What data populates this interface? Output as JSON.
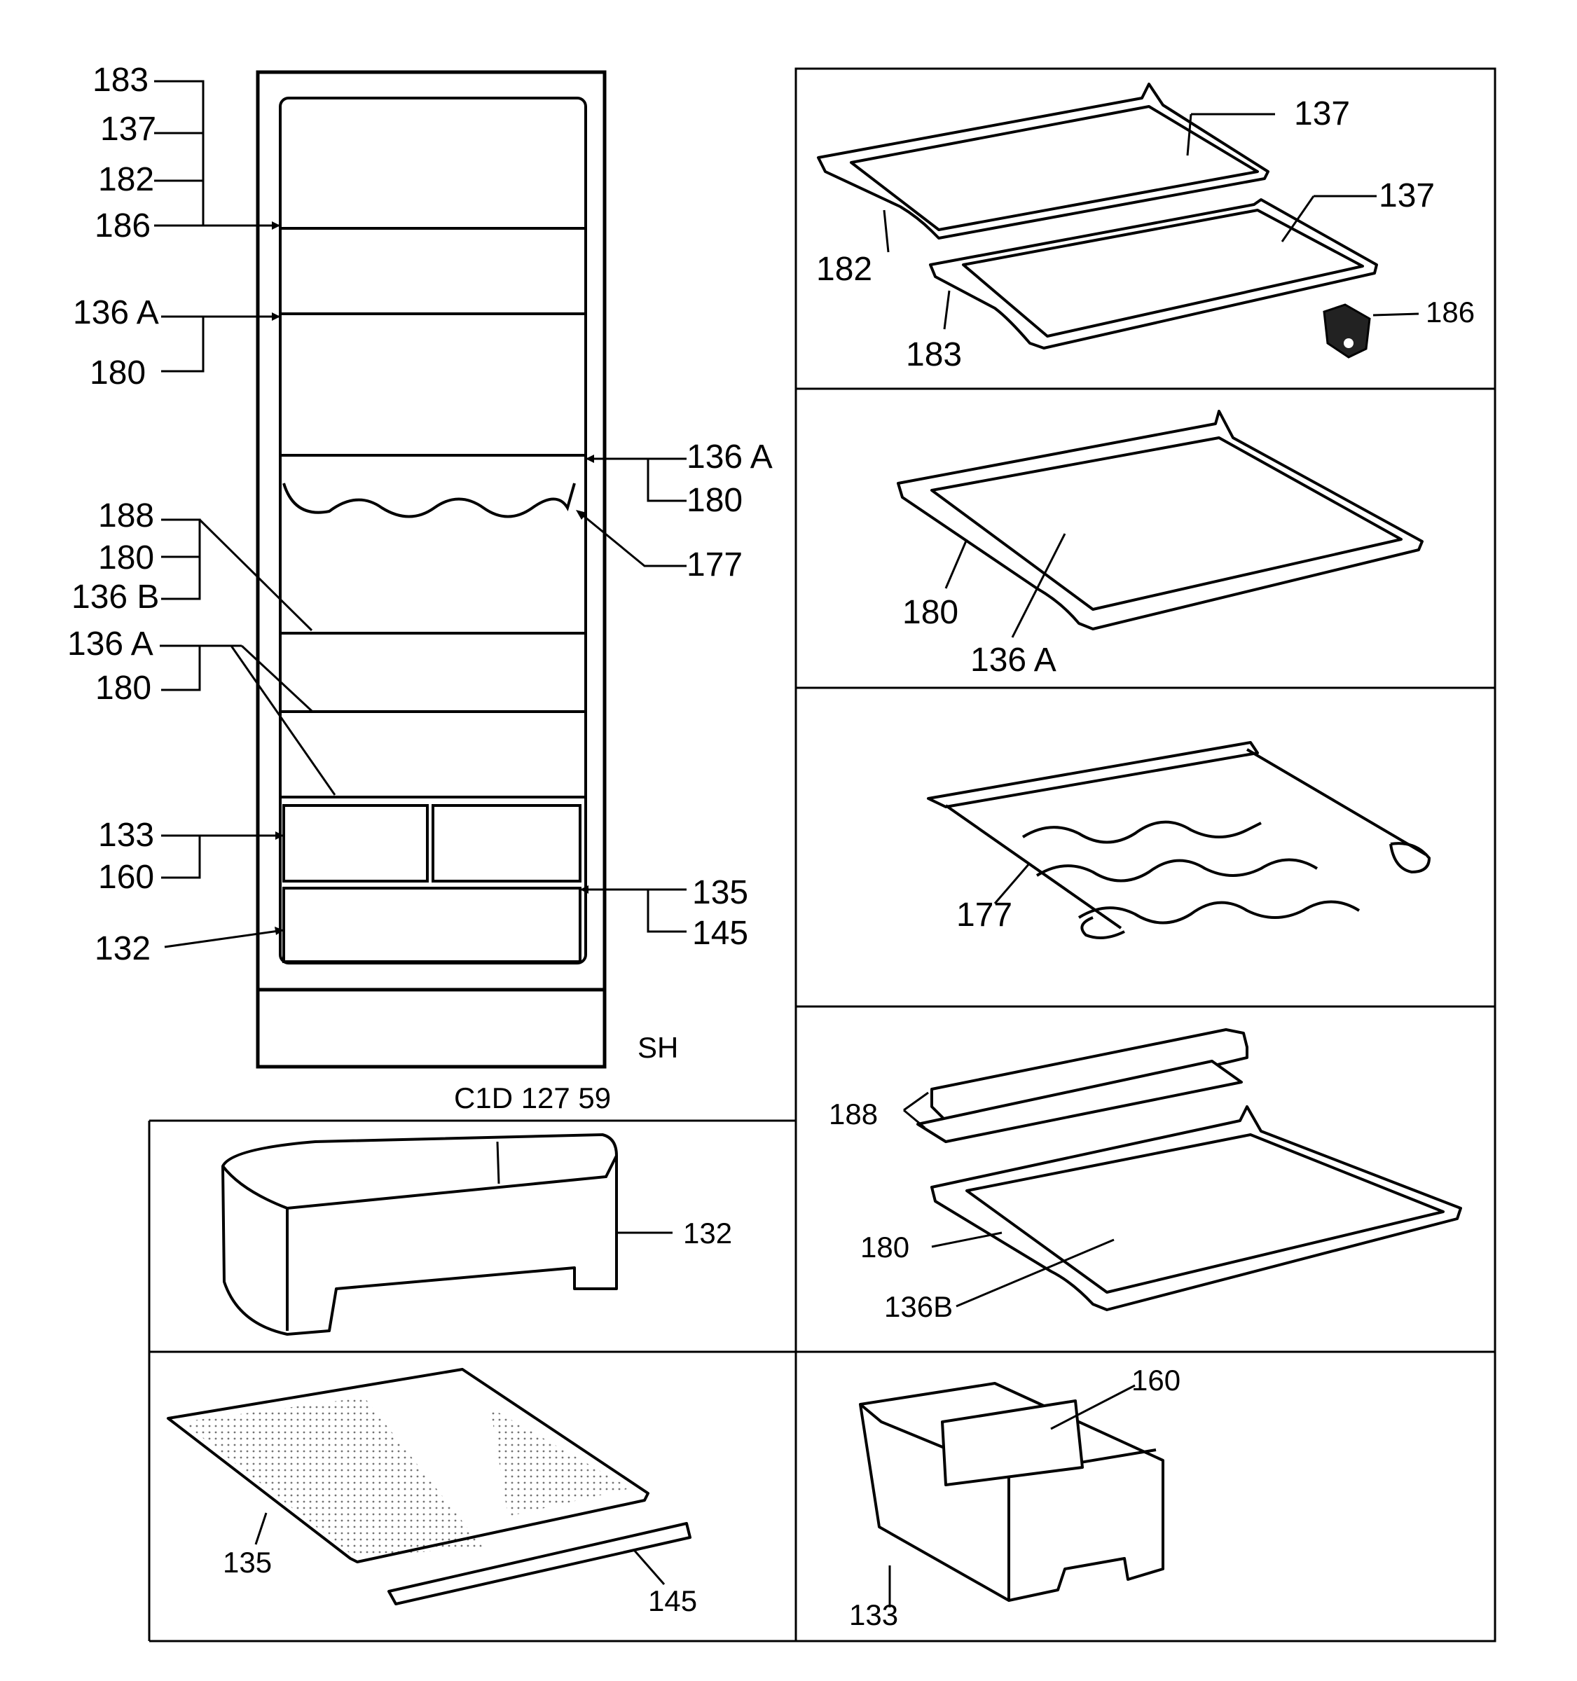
{
  "drawing_code": "C1D 127 59",
  "variant_code": "SH",
  "cabinet_labels": {
    "l183": "183",
    "l137": "137",
    "l182": "182",
    "l186": "186",
    "l136a_1": "136 A",
    "l180_1": "180",
    "l136a_2": "136 A",
    "l180_2": "180",
    "l177": "177",
    "l188": "188",
    "l180_3": "180",
    "l136b": "136 B",
    "l136a_3": "136 A",
    "l180_4": "180",
    "l133": "133",
    "l160": "160",
    "l135": "135",
    "l145": "145",
    "l132": "132"
  },
  "panel_labels": {
    "p1_137a": "137",
    "p1_137b": "137",
    "p1_182": "182",
    "p1_183": "183",
    "p1_186": "186",
    "p2_180": "180",
    "p2_136a": "136 A",
    "p3_177": "177",
    "p4_188": "188",
    "p4_180": "180",
    "p4_136b": "136B",
    "p5_132": "132",
    "p6_135": "135",
    "p6_145": "145",
    "p7_160": "160",
    "p7_133": "133"
  }
}
